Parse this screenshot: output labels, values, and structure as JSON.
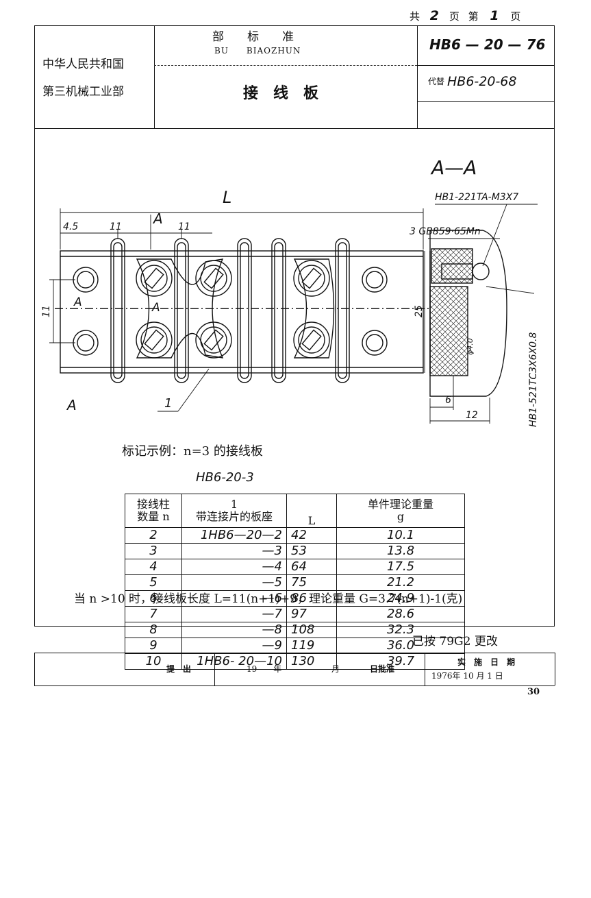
{
  "page_counter": {
    "gong": "共",
    "total": "2",
    "ye1": "页",
    "di": "第",
    "current": "1",
    "ye2": "页"
  },
  "header": {
    "issuer_line1": "中华人民共和国",
    "issuer_line2": "第三机械工业部",
    "std_type": "部　　标　　准",
    "std_type_roman": "BU　　BIAOZHUN",
    "title": "接　线　板",
    "std_number": "HB6 — 20 — 76",
    "replaces_label": "代替",
    "replaces_number": "HB6-20-68"
  },
  "drawing": {
    "section_label": "A—A",
    "dim_L": "L",
    "dim_4_5": "4.5",
    "dim_11_a": "11",
    "dim_11_b": "11",
    "dim_11_c": "11",
    "dim_25": "25",
    "dim_6": "6",
    "dim_12": "12",
    "label_A_top": "A",
    "label_A_mid1": "A",
    "label_A_mid2": "A",
    "label_A_bottom": "A",
    "part_1": "1",
    "callout_screw": "HB1-221TA-M3X7",
    "callout_washer": "3 GB859·65Mn",
    "callout_nut": "HB1-521TC3X6X0.8",
    "callout_phi": "φ4.0"
  },
  "marking_example": {
    "label": "标记示例：",
    "condition": "n=3 的接线板",
    "code": "HB6-20-3"
  },
  "table": {
    "header_col1_l1": "接线柱",
    "header_col1_l2": "数量 n",
    "header_col2_l1": "1",
    "header_col2_l2": "带连接片的板座",
    "header_col3": "L",
    "header_col4_l1": "单件理论重量",
    "header_col4_l2": "g",
    "rows": [
      {
        "n": "2",
        "part": "1HB6—20—2",
        "L": "42",
        "g": "10.1"
      },
      {
        "n": "3",
        "part": "—3",
        "L": "53",
        "g": "13.8"
      },
      {
        "n": "4",
        "part": "—4",
        "L": "64",
        "g": "17.5"
      },
      {
        "n": "5",
        "part": "—5",
        "L": "75",
        "g": "21.2"
      },
      {
        "n": "6",
        "part": "—6",
        "L": "86",
        "g": "24.9"
      },
      {
        "n": "7",
        "part": "—7",
        "L": "97",
        "g": "28.6"
      },
      {
        "n": "8",
        "part": "—8",
        "L": "108",
        "g": "32.3"
      },
      {
        "n": "9",
        "part": "—9",
        "L": "119",
        "g": "36.0"
      },
      {
        "n": "10",
        "part": "1HB6- 20—10",
        "L": "130",
        "g": "39.7"
      }
    ]
  },
  "formula": "当 n >10 时，接线板长度 L=11(n+1)+9，理论重量 G=3.7(n+1)-1(克)",
  "revision_note": "已按 79G2 更改",
  "footer": {
    "proposed": "提　出",
    "year": "19　　年",
    "month": "月",
    "approved": "日批准",
    "impl_label": "实　施　日　期",
    "impl_date": "1976年 10 月 1 日"
  },
  "page_number": "30"
}
